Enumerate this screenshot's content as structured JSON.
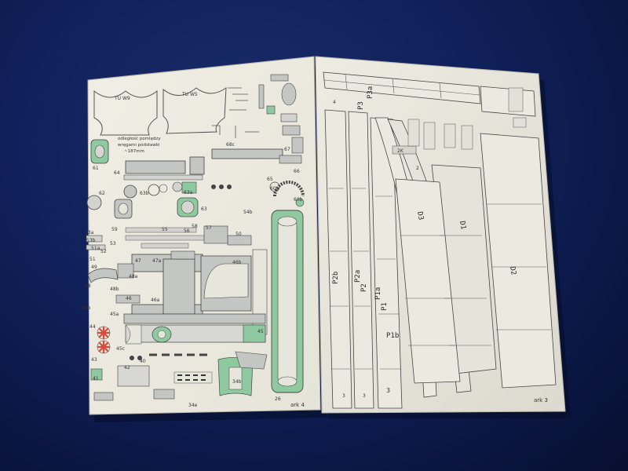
{
  "left_sheet": {
    "template_a": "TU W9",
    "template_b": "TU W5",
    "note_lines": [
      "odległość pomiędzy",
      "wręgami podstawki",
      "~187mm"
    ],
    "sheet_label": "ark 4",
    "part_labels": [
      "61",
      "64",
      "62",
      "63",
      "63a",
      "63b",
      "68c",
      "67",
      "66",
      "65",
      "54b",
      "55",
      "56",
      "57",
      "58",
      "59",
      "60a",
      "60b",
      "53a",
      "53b",
      "53",
      "52",
      "51a",
      "51",
      "50",
      "49",
      "48",
      "48a",
      "48b",
      "47",
      "47a",
      "46",
      "46a",
      "46b",
      "45",
      "45a",
      "45b",
      "45c",
      "44",
      "43",
      "42",
      "41",
      "40",
      "34b",
      "34e",
      "26"
    ]
  },
  "right_sheet": {
    "sheet_label": "ark 3",
    "part_labels": [
      "P3",
      "P3a",
      "P2",
      "P2a",
      "P2b",
      "P1",
      "P1a",
      "P1b",
      "D1",
      "D2",
      "D3",
      "2",
      "3",
      "4",
      "2K"
    ]
  },
  "colors": {
    "background": "#0d1a4a",
    "paper": "#ecebe1",
    "part_fill": "#c4c6c3",
    "accent_green": "#8fc9a0",
    "accent_red": "#d84a3a",
    "line": "#4a4a4a"
  }
}
